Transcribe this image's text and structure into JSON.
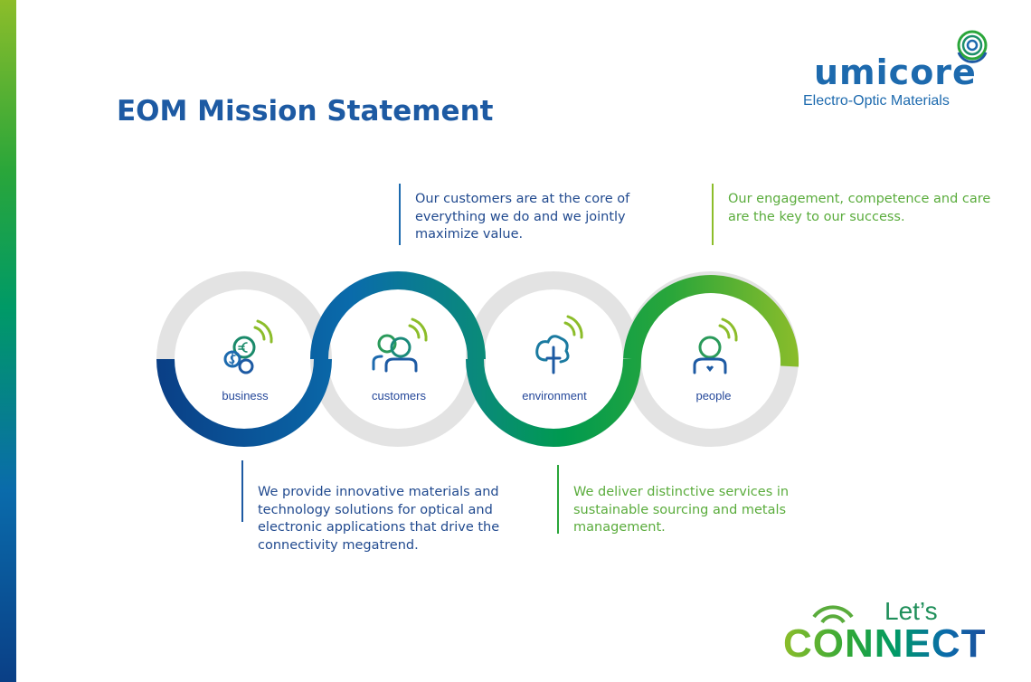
{
  "title": "EOM Mission Statement",
  "logo": {
    "brand": "umicore",
    "subtitle": "Electro-Optic Materials"
  },
  "pillars": [
    {
      "label": "business",
      "icon": "currency-icon"
    },
    {
      "label": "customers",
      "icon": "customers-icon"
    },
    {
      "label": "environment",
      "icon": "tree-icon"
    },
    {
      "label": "people",
      "icon": "person-heart-icon"
    }
  ],
  "statements": {
    "customers": "Our customers are at the core of everything we do and we jointly maximize value.",
    "people": "Our engagement, competence and care are the key to our success.",
    "business": "We provide innovative materials and technology solutions for optical and electronic applications that drive the connectivity megatrend.",
    "environment": "We deliver distinctive services in sustainable sourcing and metals management."
  },
  "footer_logo": {
    "lets": "Let’s",
    "connect": "CONNECT"
  },
  "colors": {
    "blue": "#1d5aa3",
    "green": "#5aac3c",
    "lime": "#8cbd2a",
    "gray": "#e3e3e3"
  }
}
